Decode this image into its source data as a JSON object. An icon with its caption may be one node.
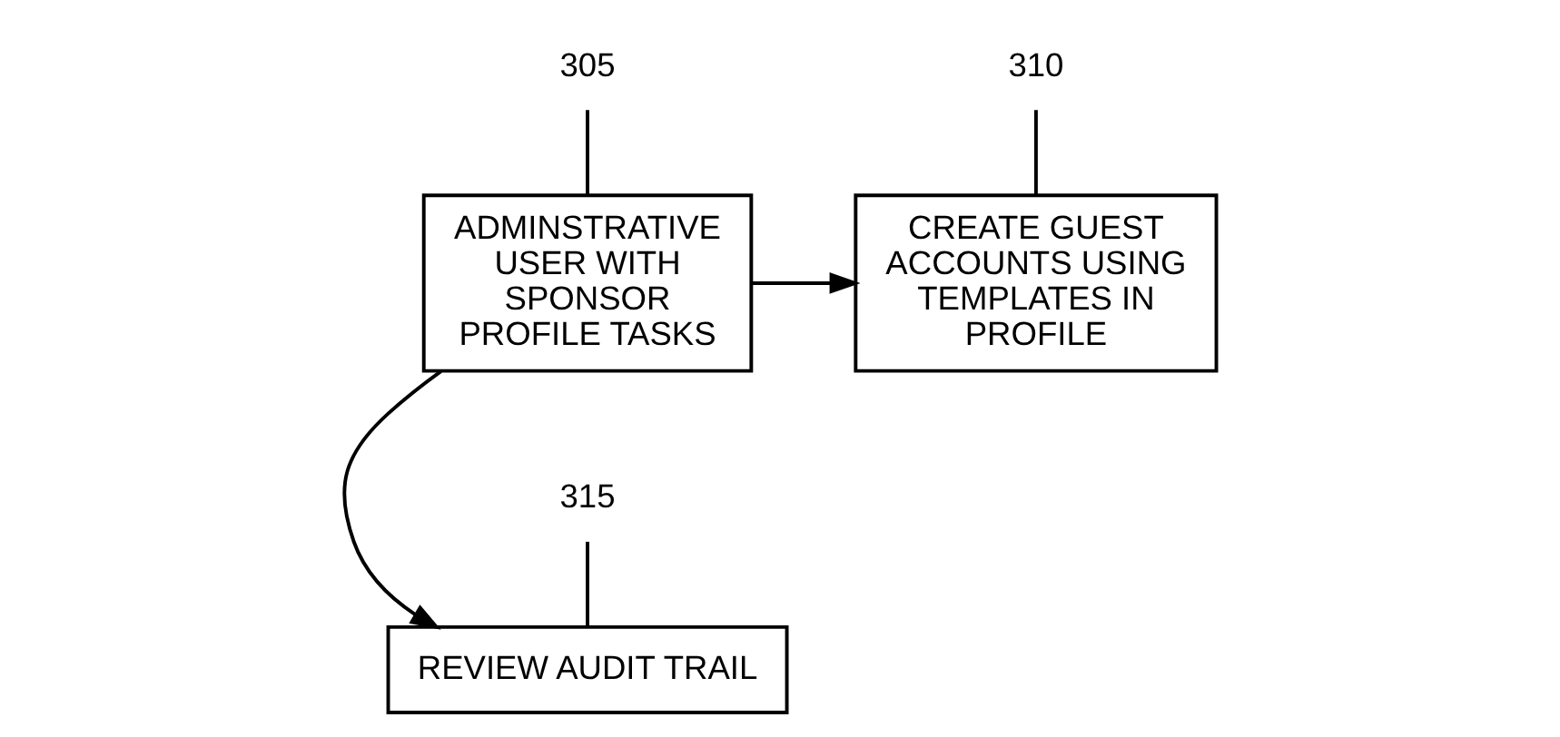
{
  "diagram": {
    "nodes": [
      {
        "text": [
          "305"
        ]
      },
      {
        "text": [
          "ADMINSTRATIVE USER WITH SPONSOR PROFILE TASKS"
        ]
      },
      {
        "text": [
          "315"
        ]
      },
      {
        "text": [
          "REVIEW AUDIT TRAIL"
        ]
      },
      {
        "text": [
          "310"
        ]
      },
      {
        "text": [
          "CREATE GUEST ACCOUNTS USING TEMPLATES IN PROFILE"
        ]
      }
    ],
    "edges": [
      {
        "from": 0,
        "to": 1,
        "arrow": "none"
      },
      {
        "from": 2,
        "to": 3,
        "arrow": "none"
      },
      {
        "from": 1,
        "to": 3,
        "arrow": "to"
      },
      {
        "from": 4,
        "to": 5,
        "arrow": "none"
      },
      {
        "from": 1,
        "to": 5,
        "arrow": "to"
      }
    ]
  }
}
